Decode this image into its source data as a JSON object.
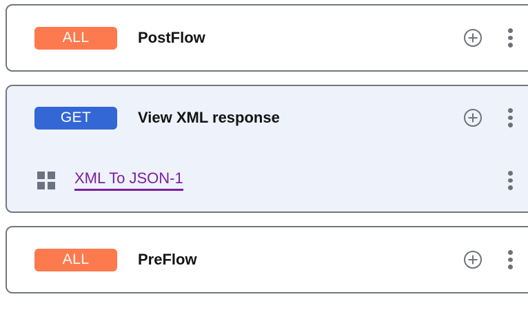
{
  "flows": [
    {
      "id": "postflow",
      "badge": {
        "label": "ALL",
        "color": "#fd7a4f"
      },
      "title": "PostFlow",
      "selected": false,
      "add_icon": "plus-circle-icon",
      "menu_icon": "kebab-menu-icon",
      "policies": []
    },
    {
      "id": "view-xml-response",
      "badge": {
        "label": "GET",
        "color": "#3367d6"
      },
      "title": "View XML response",
      "selected": true,
      "add_icon": "plus-circle-icon",
      "menu_icon": "kebab-menu-icon",
      "policies": [
        {
          "id": "xml-to-json-1",
          "icon": "grid-squares-icon",
          "label": "XML To JSON-1",
          "color": "#7b1fa2",
          "menu_icon": "kebab-menu-icon"
        }
      ]
    },
    {
      "id": "preflow",
      "badge": {
        "label": "ALL",
        "color": "#fd7a4f"
      },
      "title": "PreFlow",
      "selected": false,
      "add_icon": "plus-circle-icon",
      "menu_icon": "kebab-menu-icon",
      "policies": []
    }
  ],
  "theme": {
    "card_border": "#72777c",
    "card_background": "#ffffff",
    "selected_background": "#eef2fb",
    "icon_gray": "#6e7277",
    "grid_icon_gray": "#6b7280",
    "title_color": "#141414"
  }
}
